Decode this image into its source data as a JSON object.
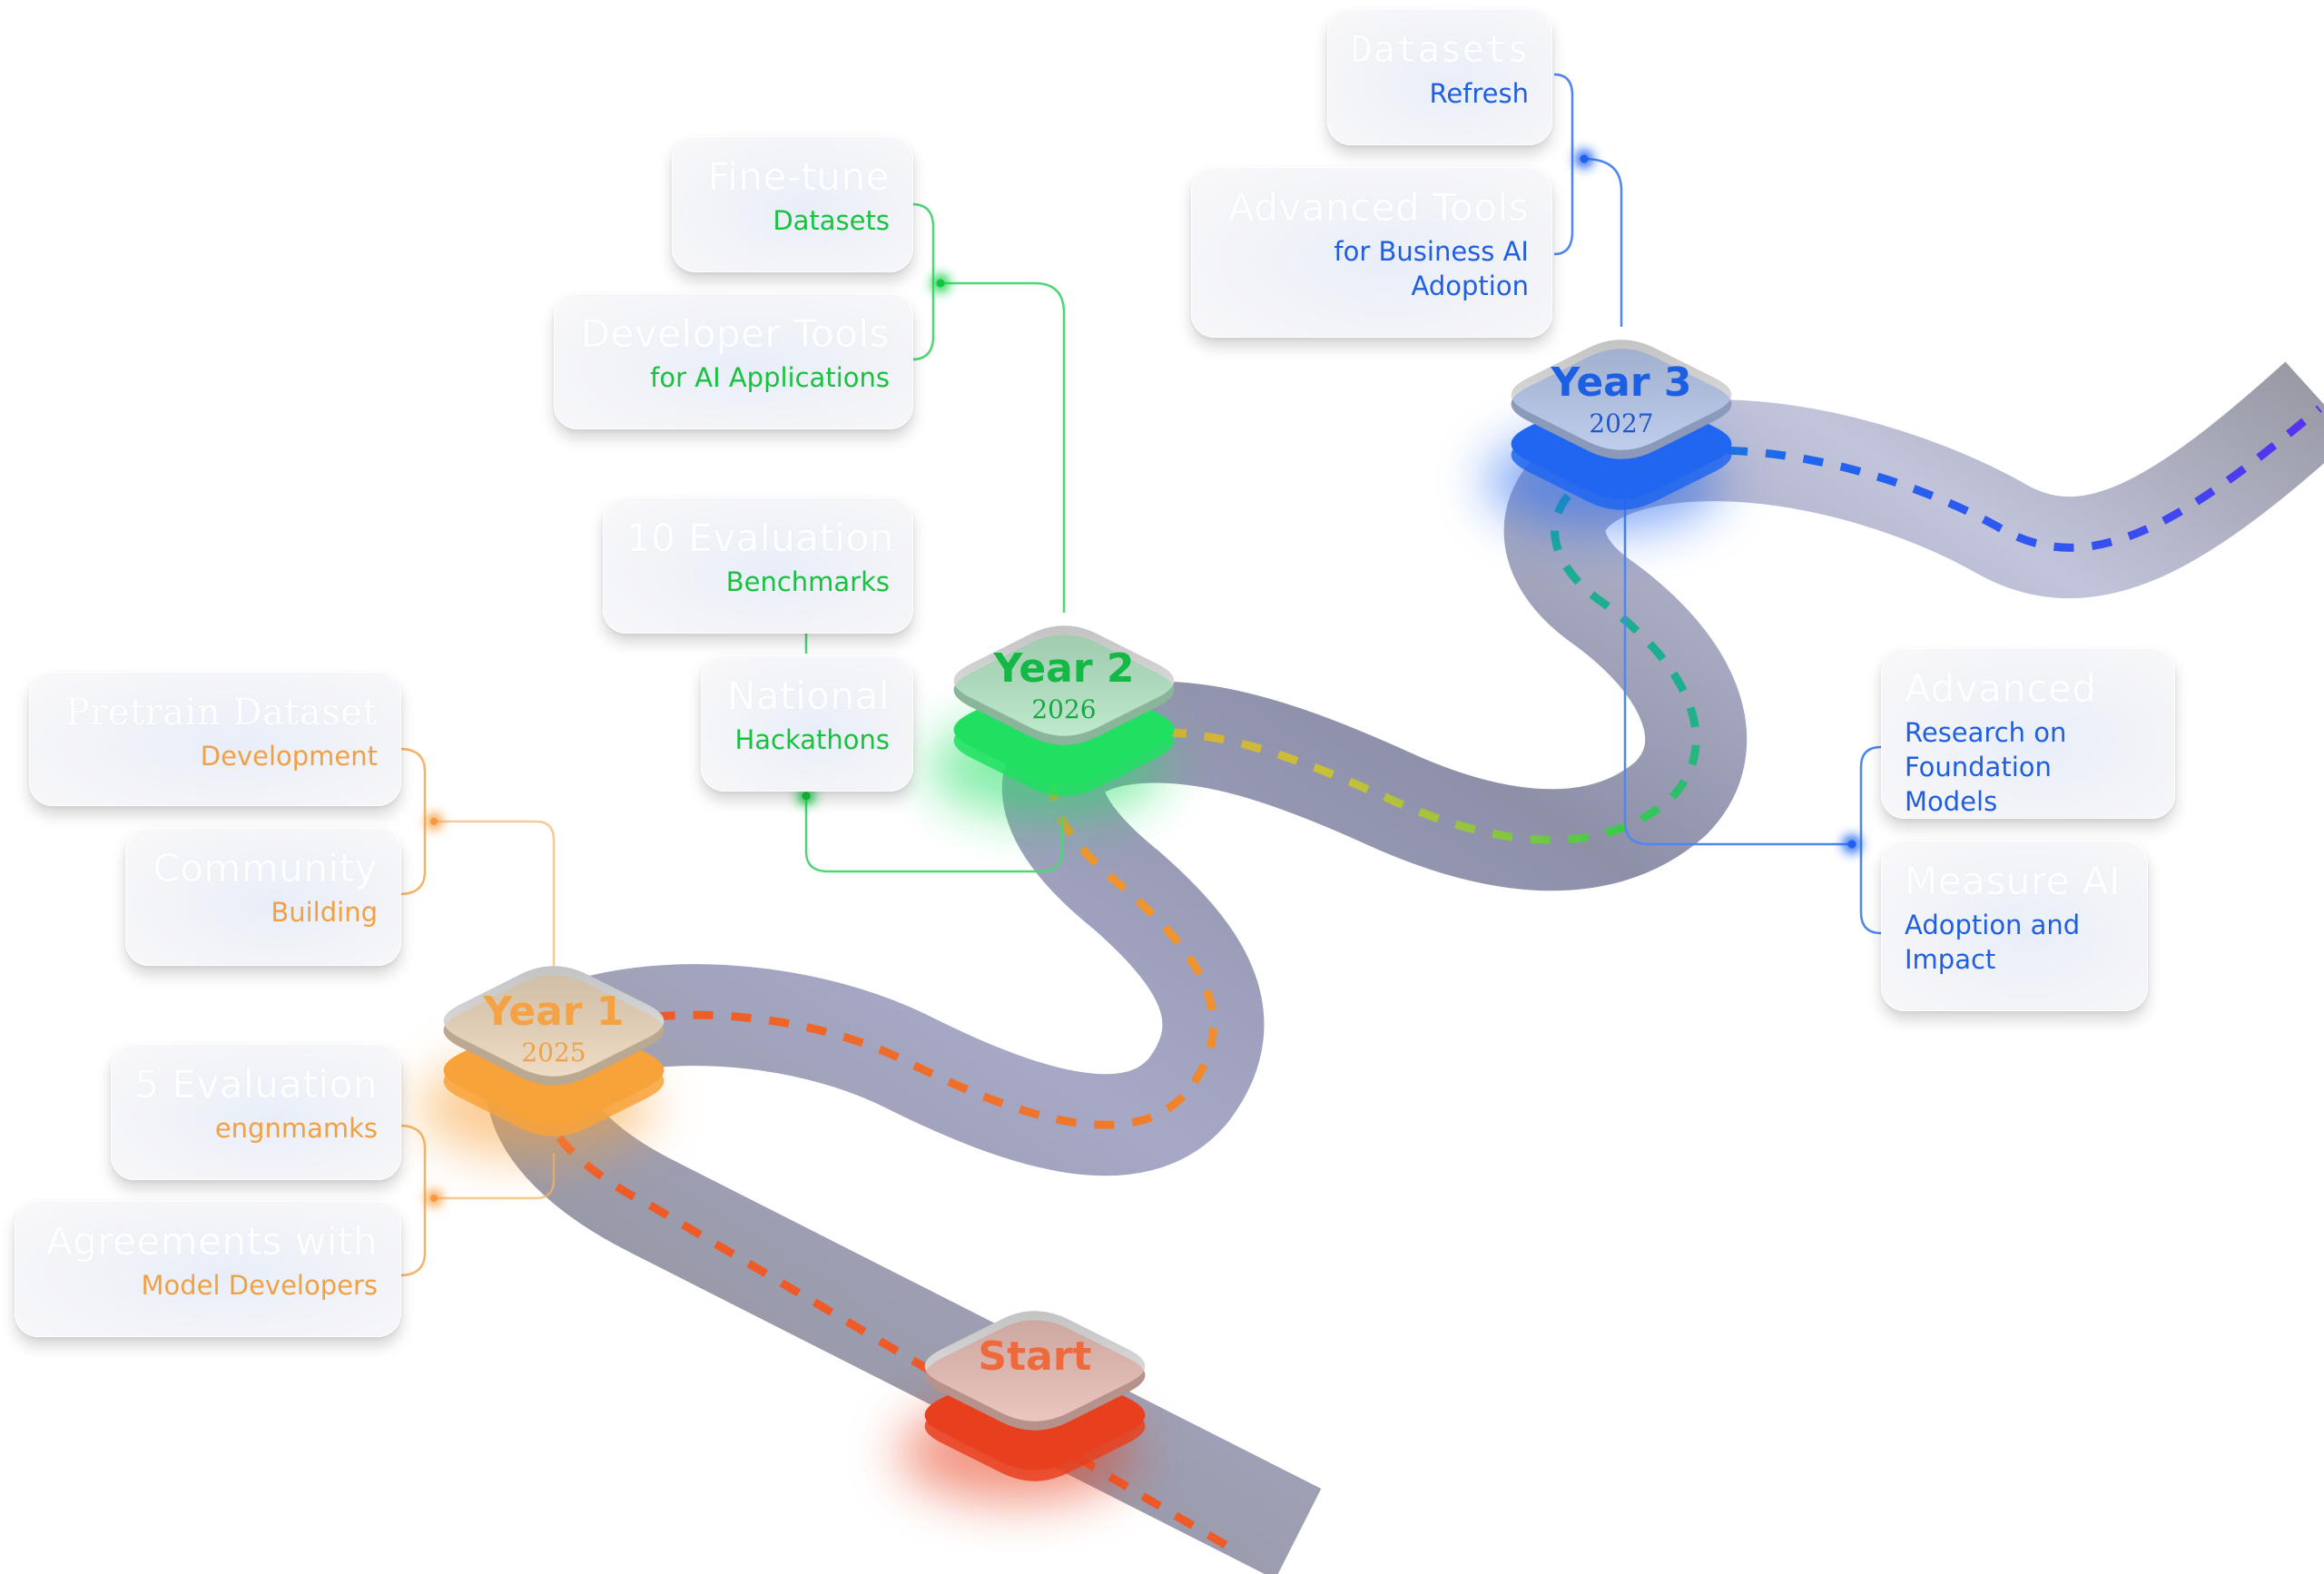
{
  "diagram": {
    "type": "roadmap",
    "path_direction": "start-bottom-center to top-right"
  },
  "colors": {
    "start": "#e8401f",
    "year1": "#f8a23a",
    "year2": "#1fe060",
    "year3": "#2066f0",
    "road": "#9a9cb8",
    "card_title": "#ffffff"
  },
  "milestones": [
    {
      "id": "start",
      "label": "Start",
      "year": "",
      "color": "#e8401f",
      "text_color": "#ee6a3c"
    },
    {
      "id": "year1",
      "label": "Year 1",
      "year": "2025",
      "color": "#f8a23a",
      "text_color": "#f4a244"
    },
    {
      "id": "year2",
      "label": "Year 2",
      "year": "2026",
      "color": "#1fe060",
      "text_color": "#14b845"
    },
    {
      "id": "year3",
      "label": "Year 3",
      "year": "2027",
      "color": "#2066f0",
      "text_color": "#1d5fe2"
    }
  ],
  "cards": {
    "year1": [
      {
        "title": "Pretrain Dataset",
        "subtitle": "Development"
      },
      {
        "title": "Community",
        "subtitle": "Building"
      },
      {
        "title": "5 Evaluation",
        "subtitle": "engnmamks"
      },
      {
        "title": "Agreements with",
        "subtitle": "Model Developers"
      }
    ],
    "year2": [
      {
        "title": "Fine-tune",
        "subtitle": "Datasets"
      },
      {
        "title": "Developer Tools",
        "subtitle": "for AI Applications"
      },
      {
        "title": "10 Evaluation",
        "subtitle": "Benchmarks"
      },
      {
        "title": "National",
        "subtitle": "Hackathons"
      }
    ],
    "year3": [
      {
        "title": "Datasets",
        "subtitle": "Refresh"
      },
      {
        "title": "Advanced Tools",
        "subtitle": "for Business AI\nAdoption"
      },
      {
        "title": "Advanced",
        "subtitle": "Research on\nFoundation Models"
      },
      {
        "title": "Measure AI",
        "subtitle": "Adoption and\nImpact"
      }
    ]
  }
}
